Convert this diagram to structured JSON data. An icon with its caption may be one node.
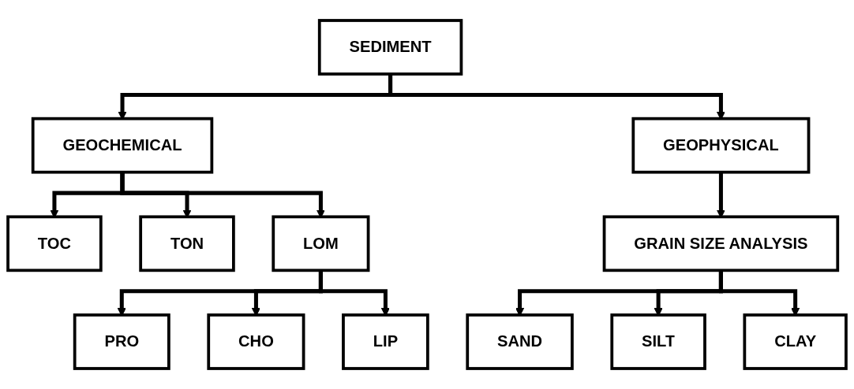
{
  "diagram": {
    "nodes": [
      {
        "text": [
          "SEDIMENT"
        ]
      },
      {
        "text": [
          "GEOCHEMICAL"
        ]
      },
      {
        "text": [
          "GEOPHYSICAL"
        ]
      },
      {
        "text": [
          "TOC"
        ]
      },
      {
        "text": [
          "TON"
        ]
      },
      {
        "text": [
          "LOM"
        ]
      },
      {
        "text": [
          "GRAIN SIZE ANALYSIS"
        ]
      },
      {
        "text": [
          "PRO"
        ]
      },
      {
        "text": [
          "CHO"
        ]
      },
      {
        "text": [
          "LIP"
        ]
      },
      {
        "text": [
          "SAND"
        ]
      },
      {
        "text": [
          "SILT"
        ]
      },
      {
        "text": [
          "CLAY"
        ]
      }
    ],
    "edges": [
      {
        "from": 0,
        "to": 1,
        "arrow": "to"
      },
      {
        "from": 0,
        "to": 2,
        "arrow": "to"
      },
      {
        "from": 1,
        "to": 3,
        "arrow": "to"
      },
      {
        "from": 1,
        "to": 4,
        "arrow": "to"
      },
      {
        "from": 1,
        "to": 5,
        "arrow": "to"
      },
      {
        "from": 2,
        "to": 6,
        "arrow": "to"
      },
      {
        "from": 5,
        "to": 7,
        "arrow": "to"
      },
      {
        "from": 5,
        "to": 8,
        "arrow": "to"
      },
      {
        "from": 5,
        "to": 9,
        "arrow": "to"
      },
      {
        "from": 6,
        "to": 10,
        "arrow": "to"
      },
      {
        "from": 6,
        "to": 11,
        "arrow": "to"
      },
      {
        "from": 6,
        "to": 12,
        "arrow": "to"
      }
    ]
  }
}
